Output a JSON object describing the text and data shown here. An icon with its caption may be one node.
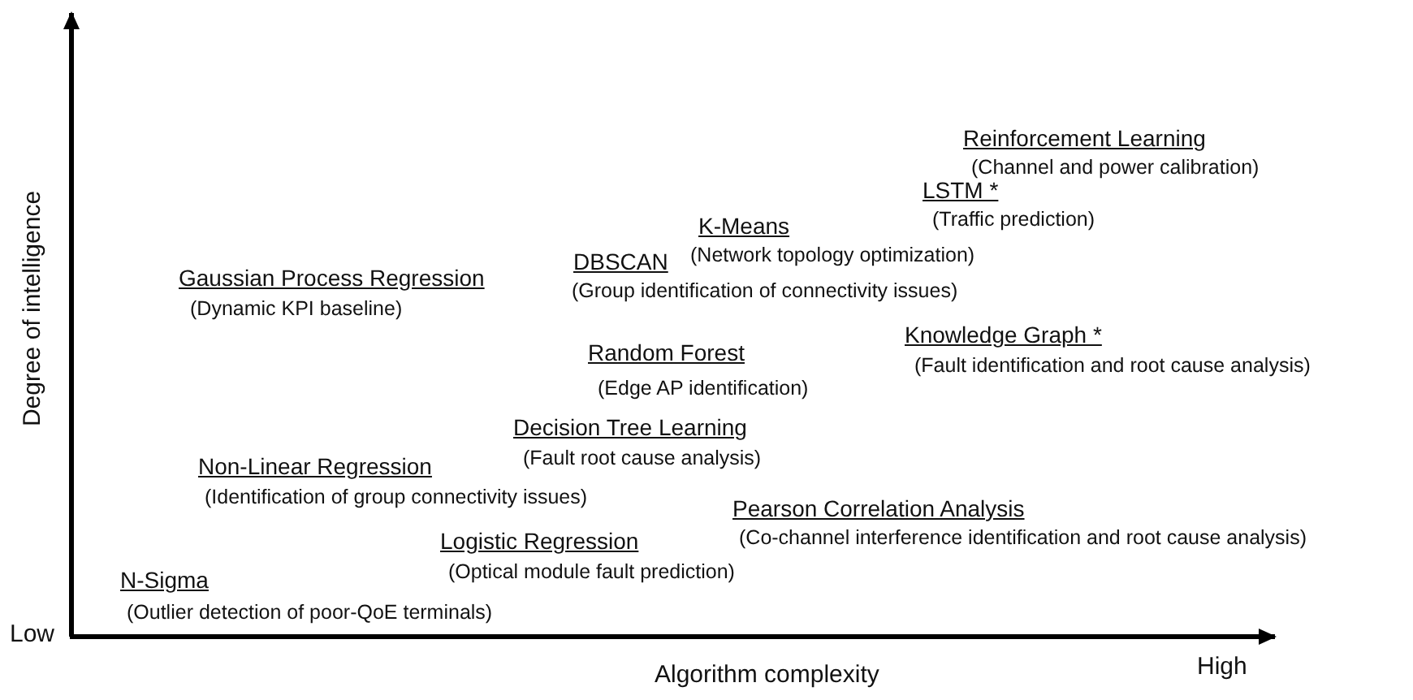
{
  "diagram": {
    "labels": [
      "Reinforcement Learning",
      "(Channel and power calibration)",
      "LSTM *",
      "(Traffic prediction)",
      "K-Means",
      "(Network topology optimization)",
      "DBSCAN",
      "Gaussian Process Regression",
      "(Group identification of connectivity issues)",
      "(Dynamic KPI baseline)",
      "Knowledge Graph *",
      "Random Forest",
      "(Fault identification and root cause analysis)",
      "(Edge AP identification)",
      "Decision Tree Learning",
      "(Fault root cause analysis)",
      "Non-Linear Regression",
      "(Identification of group connectivity issues)",
      "Pearson Correlation Analysis",
      "(Co-channel interference identification and root cause analysis)",
      "Logistic Regression",
      "(Optical module fault prediction)",
      "N-Sigma",
      "(Outlier detection of poor-QoE terminals)",
      "Degree of intelligence",
      "Low",
      "Algorithm complexity",
      "High"
    ]
  }
}
